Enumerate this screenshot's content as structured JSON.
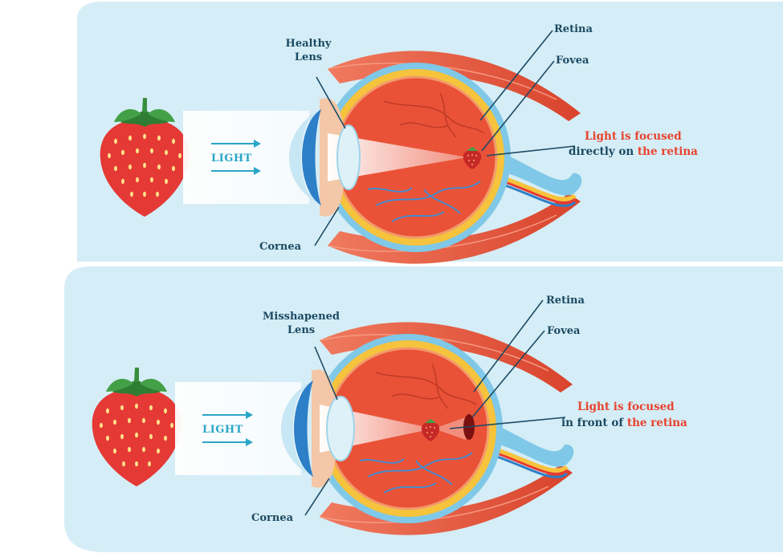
{
  "panels": [
    {
      "id": "healthy",
      "lens_label_line1": "Healthy",
      "lens_label_line2": "Lens",
      "retina_label": "Retina",
      "fovea_label": "Fovea",
      "cornea_label": "Cornea",
      "light_label": "LIGHT",
      "caption_line1": "Light is focused",
      "caption_line2_dark": "directly on",
      "caption_line2_red": " the retina"
    },
    {
      "id": "myopic",
      "lens_label_line1": "Misshapened",
      "lens_label_line2": "Lens",
      "retina_label": "Retina",
      "fovea_label": "Fovea",
      "cornea_label": "Cornea",
      "light_label": "LIGHT",
      "caption_line1": "Light is focused",
      "caption_line2_dark": "in front of",
      "caption_line2_red": " the retina"
    }
  ],
  "colors": {
    "panel_bg": "#d5edf6",
    "label_dark": "#1c4a63",
    "label_red": "#e8432e",
    "light_arrow": "#2aa6c8",
    "muscle": "#e2553f",
    "sclera": "#f6c33c",
    "eye_inner": "#ea5238",
    "cornea": "#2d7fc7",
    "strawberry": "#e53935",
    "leaf": "#43a047"
  }
}
